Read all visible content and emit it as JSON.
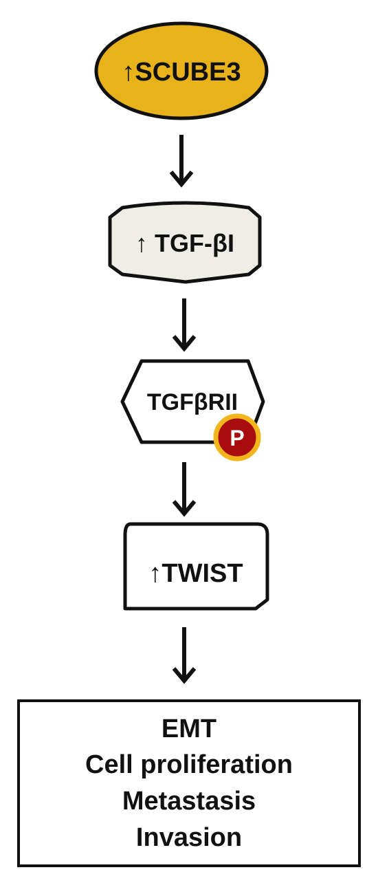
{
  "nodes": {
    "scube3": {
      "label": "↑SCUBE3",
      "fill": "#E8B21A"
    },
    "tgfbi": {
      "label": "↑ TGF-βI",
      "fill": "#EEEDE6"
    },
    "tgfbrii": {
      "label": "TGFβRII",
      "fill": "#FFFFFF"
    },
    "phospho": {
      "label": "P",
      "fill": "#A80C0C",
      "ring": "#F2B51C"
    },
    "twist": {
      "label": "↑TWIST",
      "fill": "#FFFFFF"
    },
    "outcomes": {
      "fill": "#FFFFFF",
      "lines": [
        "EMT",
        "Cell proliferation",
        "Metastasis",
        "Invasion"
      ]
    }
  },
  "edges": [
    {
      "from": "scube3",
      "to": "tgfbi"
    },
    {
      "from": "tgfbi",
      "to": "tgfbrii"
    },
    {
      "from": "tgfbrii",
      "to": "twist"
    },
    {
      "from": "twist",
      "to": "outcomes"
    }
  ]
}
